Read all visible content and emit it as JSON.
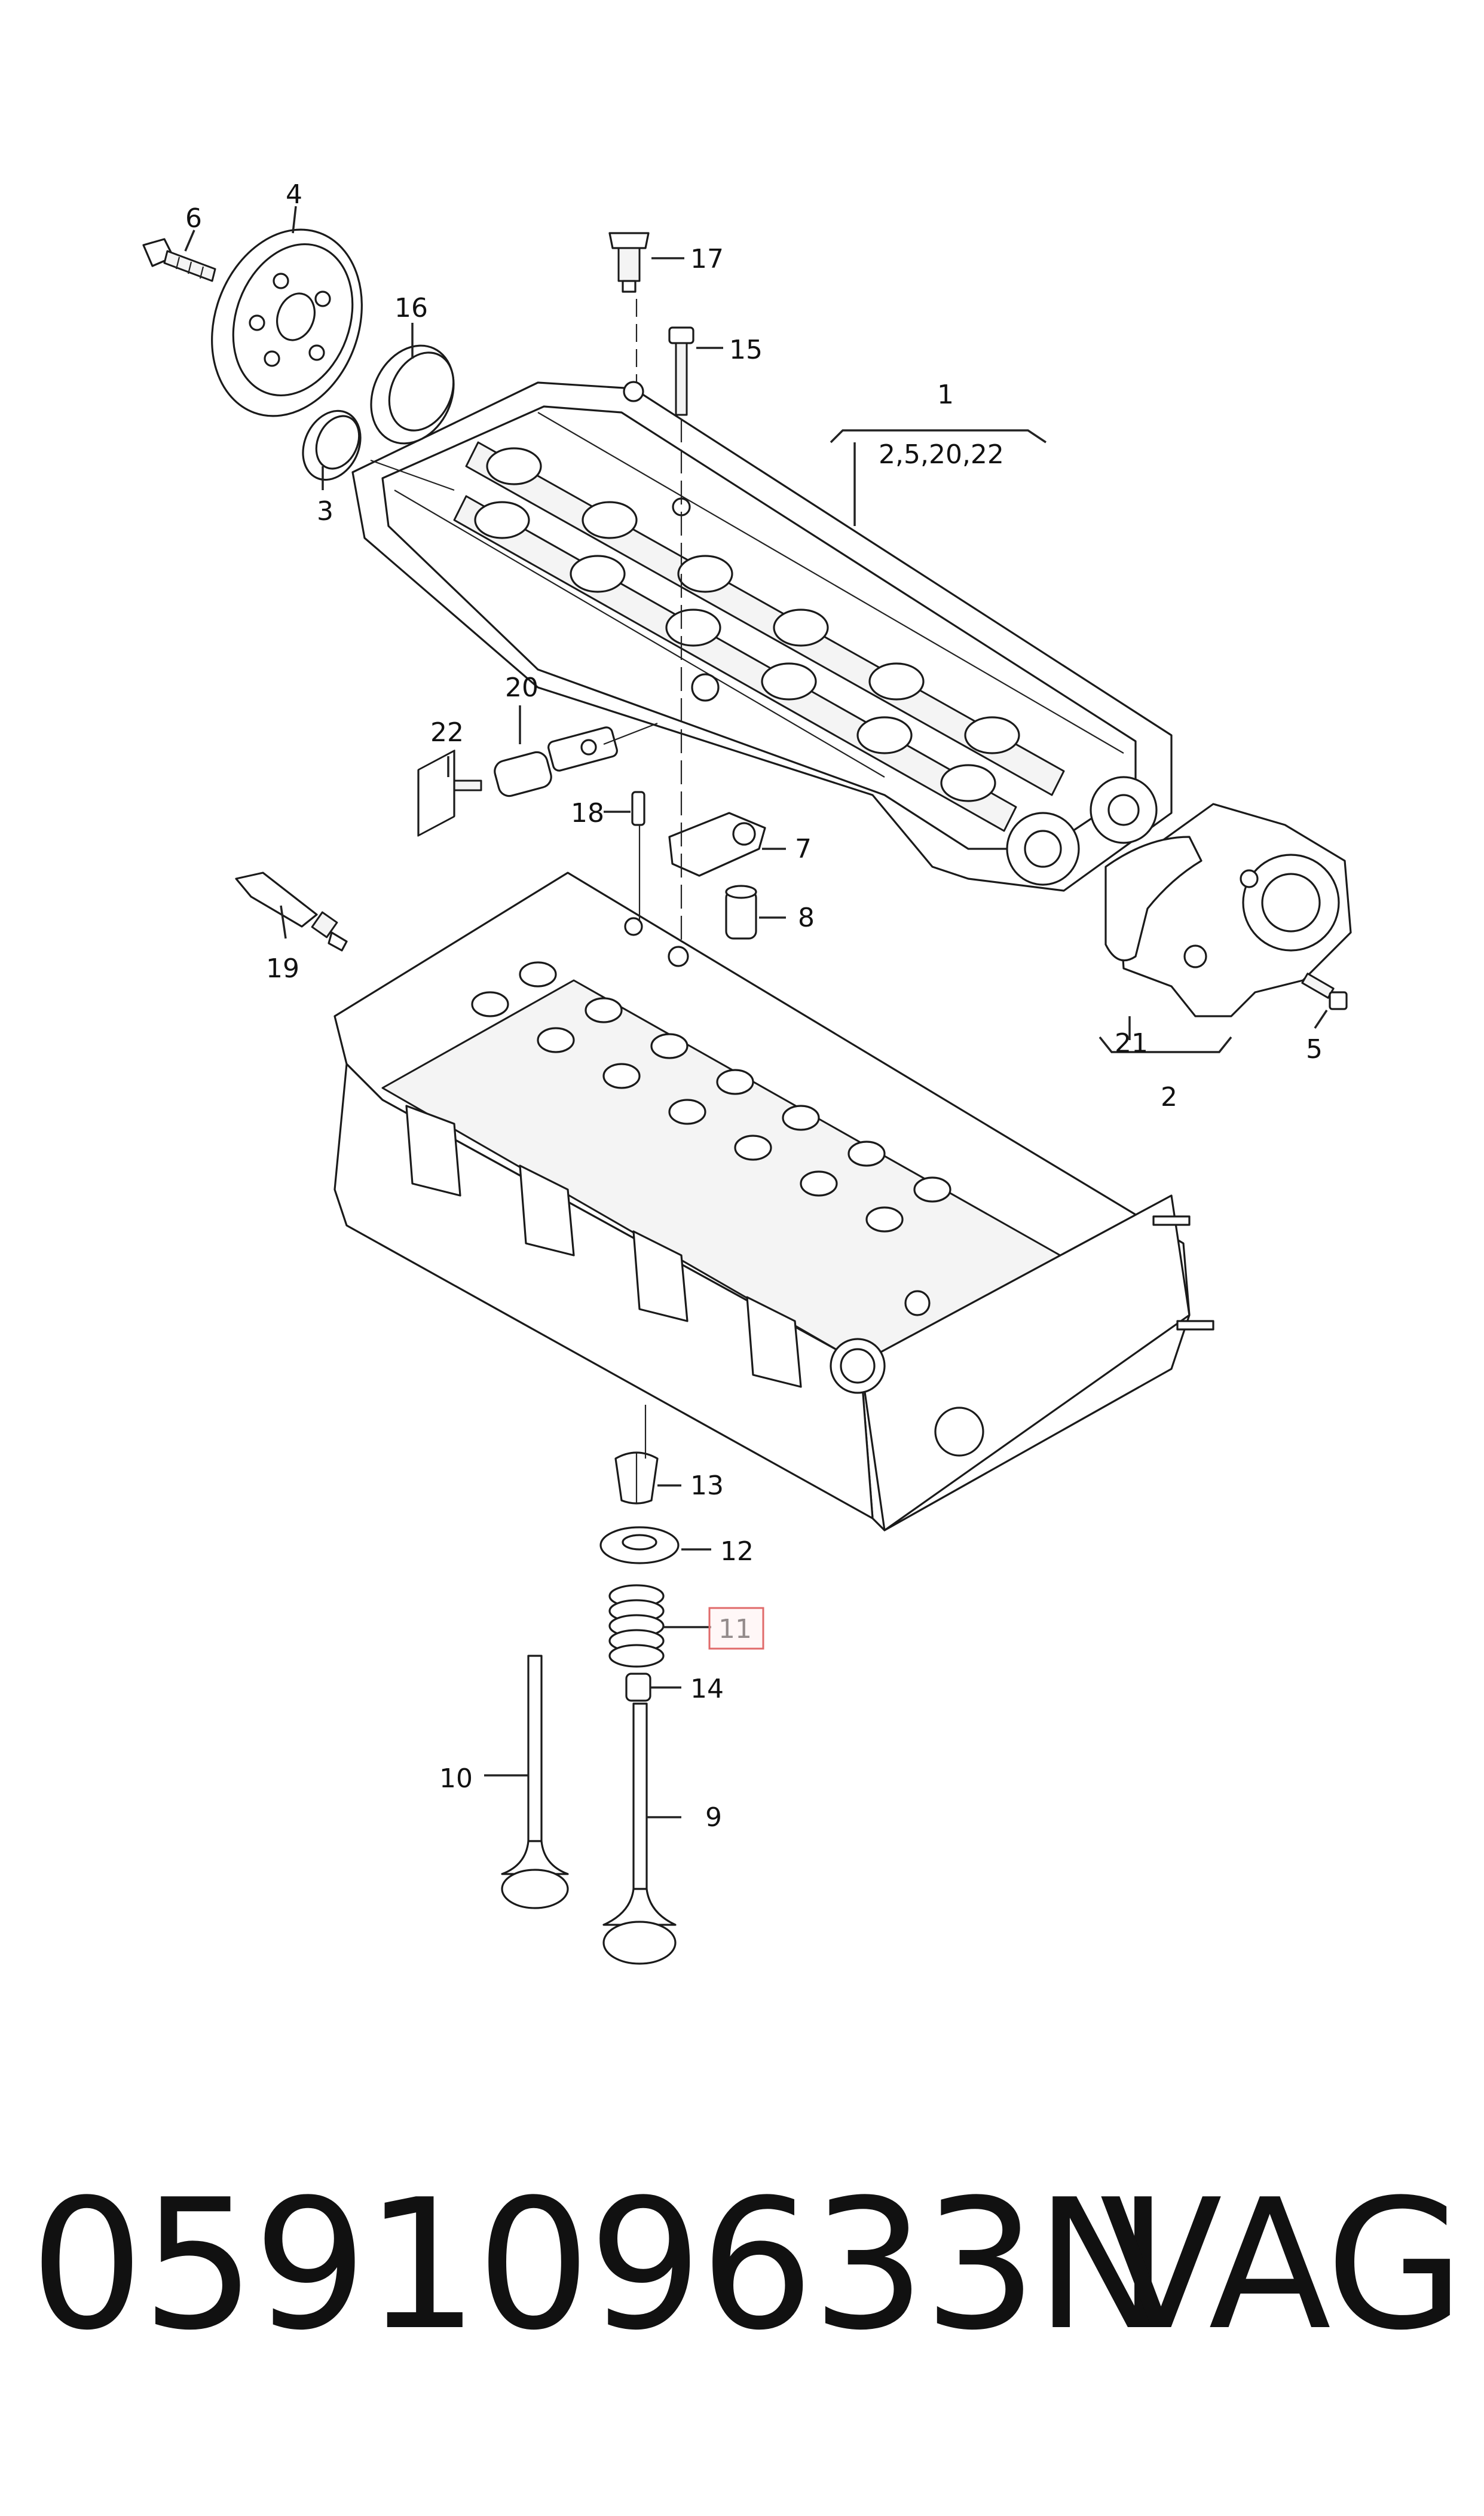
{
  "callouts": {
    "c1": "1",
    "c1_sub": "2,5,20,22",
    "c2": "2",
    "c3": "3",
    "c4": "4",
    "c5": "5",
    "c6": "6",
    "c7": "7",
    "c8": "8",
    "c9": "9",
    "c10": "10",
    "c11": "11",
    "c12": "12",
    "c13": "13",
    "c14": "14",
    "c15": "15",
    "c16": "16",
    "c17": "17",
    "c18": "18",
    "c19": "19",
    "c20": "20",
    "c21": "21",
    "c22": "22"
  },
  "highlighted_callout": "11",
  "colors": {
    "highlight_border": "#e06a6a",
    "highlight_fill": "#fff1f1",
    "line": "#222222"
  },
  "footer": {
    "part_number": "059109633N",
    "brand": "VAG"
  }
}
